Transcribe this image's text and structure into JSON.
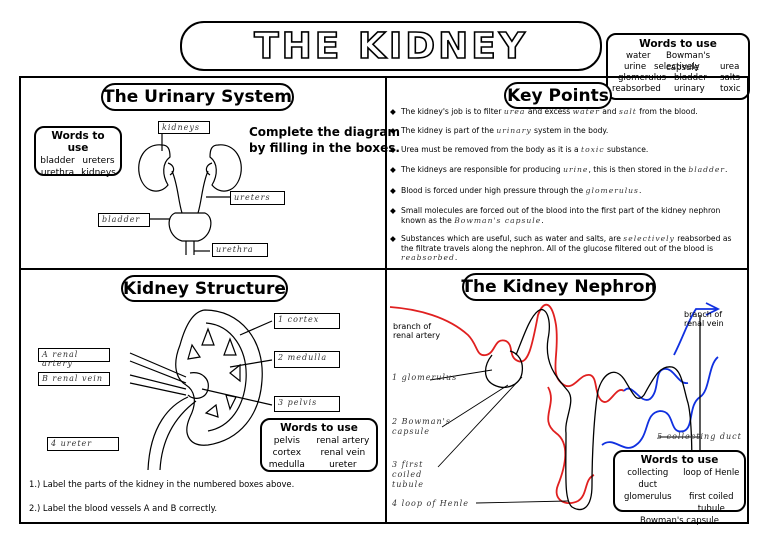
{
  "page": {
    "title": "THE KIDNEY"
  },
  "top_words": {
    "heading": "Words to use",
    "words": [
      "water",
      "Bowman's capsule",
      "urine",
      "selectively",
      "urea",
      "glomerulus",
      "bladder",
      "salts",
      "reabsorbed",
      "urinary",
      "toxic"
    ]
  },
  "urinary": {
    "heading": "The Urinary System",
    "words_heading": "Words to use",
    "words": [
      "bladder",
      "ureters",
      "urethra",
      "kidneys"
    ],
    "instruction_line1": "Complete the diagram",
    "instruction_line2": "by filling in the boxes.",
    "labels": {
      "kidneys": "kidneys",
      "ureters": "ureters",
      "bladder": "bladder",
      "urethra": "urethra"
    }
  },
  "key_points": {
    "heading": "Key Points",
    "bullet": "◆",
    "items": [
      {
        "before": "The kidney's job is to filter ",
        "a1": "urea",
        "mid1": " and excess ",
        "a2": "water",
        "mid2": " and ",
        "a3": "salt",
        "after": " from the blood."
      },
      {
        "before": "The kidney is part of the ",
        "a1": "urinary",
        "after": " system in the body."
      },
      {
        "before": "Urea must be removed from the body as it is a ",
        "a1": "toxic",
        "after": " substance."
      },
      {
        "before": "The kidneys are responsible for producing ",
        "a1": "urine",
        "mid1": ", this is then stored in the ",
        "a2": "bladder",
        "after": "."
      },
      {
        "before": "Blood is forced under high pressure through the ",
        "a1": "glomerulus",
        "after": "."
      },
      {
        "before": "Small molecules are forced out of the blood into the first part of the kidney nephron known as the ",
        "a1": "Bowman's capsule",
        "after": "."
      },
      {
        "before": "Substances which are useful, such as water and salts, are ",
        "a1": "selectively",
        "after": " reabsorbed as the filtrate travels along the nephron. All of the glucose filtered out of the blood is ",
        "a2": "reabsorbed",
        "after2": "."
      }
    ]
  },
  "structure": {
    "heading": "Kidney Structure",
    "labels": {
      "cortex": "1 cortex",
      "medulla": "2 medulla",
      "pelvis": "3 pelvis",
      "ureter": "4 ureter",
      "artery": "A renal artery",
      "vein": "B renal vein"
    },
    "words_heading": "Words to use",
    "words": [
      "pelvis",
      "renal artery",
      "cortex",
      "renal vein",
      "medulla",
      "ureter"
    ],
    "instruction1": "1.) Label the parts of the kidney in the numbered boxes above.",
    "instruction2": "2.) Label the blood vessels A and B correctly."
  },
  "nephron": {
    "heading": "The Kidney Nephron",
    "artery_label": "branch of renal artery",
    "vein_label": "branch of renal vein",
    "labels": {
      "l1": "1 glomerulus",
      "l2": "2 Bowman's capsule",
      "l3": "3 first coiled tubule",
      "l4": "4 loop of Henle",
      "l5": "5 collecting duct"
    },
    "words_heading": "Words to use",
    "words": [
      "collecting duct",
      "loop of Henle",
      "glomerulus",
      "first coiled tubule",
      "Bowman's capsule"
    ]
  },
  "colors": {
    "artery": "#e02020",
    "vein": "#1030e0"
  }
}
